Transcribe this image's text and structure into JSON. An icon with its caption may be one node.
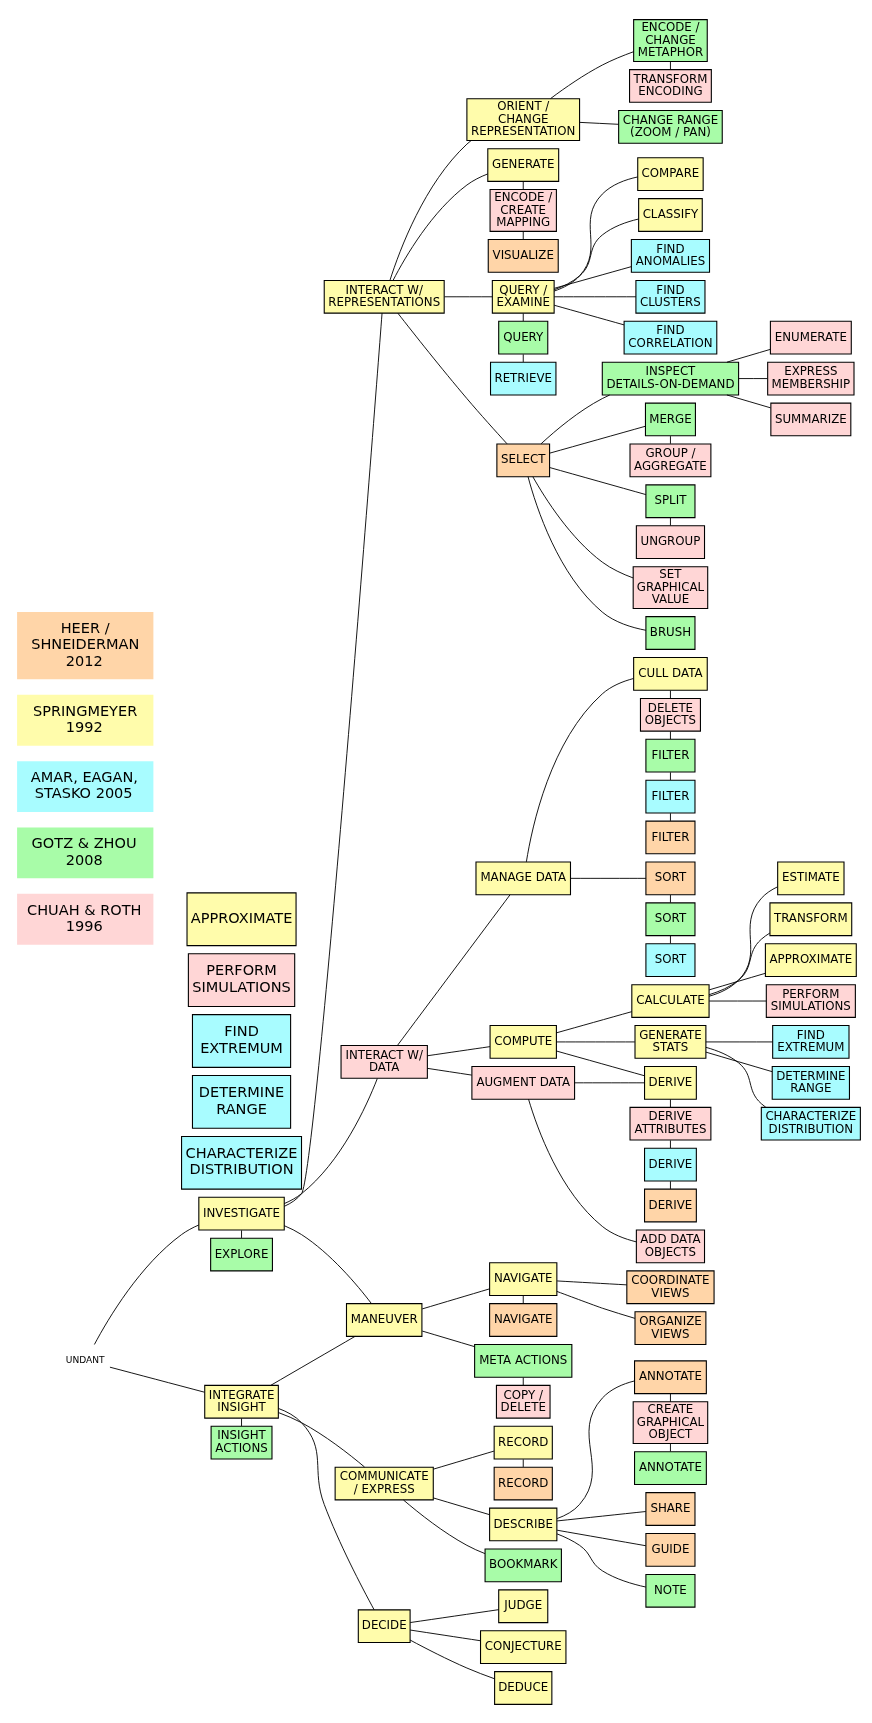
{
  "diagram": {
    "nodes": [
      {
        "text": [
          "UNDANT"
        ]
      },
      {
        "text": [
          "INVESTIGATE"
        ]
      },
      {
        "text": [
          "EXPLORE"
        ]
      },
      {
        "text": [
          "INTEGRATE INSIGHT"
        ]
      },
      {
        "text": [
          "INSIGHT ACTIONS"
        ]
      },
      {
        "text": [
          "INTERACT W/ REPRESENTATIONS"
        ]
      },
      {
        "text": [
          "INTERACT W/ DATA"
        ]
      },
      {
        "text": [
          "MANEUVER"
        ]
      },
      {
        "text": [
          "COMMUNICATE / EXPRESS"
        ]
      },
      {
        "text": [
          "DECIDE"
        ]
      },
      {
        "text": [
          "ORIENT / CHANGE REPRESENTATION"
        ]
      },
      {
        "text": [
          "GENERATE"
        ]
      },
      {
        "text": [
          "ENCODE / CREATE MAPPING"
        ]
      },
      {
        "text": [
          "VISUALIZE"
        ]
      },
      {
        "text": [
          "QUERY / EXAMINE"
        ]
      },
      {
        "text": [
          "QUERY"
        ]
      },
      {
        "text": [
          "RETRIEVE"
        ]
      },
      {
        "text": [
          "SELECT"
        ]
      },
      {
        "text": [
          "ENCODE / CHANGE METAPHOR"
        ]
      },
      {
        "text": [
          "TRANSFORM ENCODING"
        ]
      },
      {
        "text": [
          "CHANGE RANGE (ZOOM / PAN)"
        ]
      },
      {
        "text": [
          "COMPARE"
        ]
      },
      {
        "text": [
          "CLASSIFY"
        ]
      },
      {
        "text": [
          "FIND ANOMALIES"
        ]
      },
      {
        "text": [
          "FIND CLUSTERS"
        ]
      },
      {
        "text": [
          "FIND CORRELATION"
        ]
      },
      {
        "text": [
          "INSPECT DETAILS-ON-DEMAND"
        ]
      },
      {
        "text": [
          "ENUMERATE"
        ]
      },
      {
        "text": [
          "EXPRESS MEMBERSHIP"
        ]
      },
      {
        "text": [
          "SUMMARIZE"
        ]
      },
      {
        "text": [
          "MERGE"
        ]
      },
      {
        "text": [
          "GROUP / AGGREGATE"
        ]
      },
      {
        "text": [
          "SPLIT"
        ]
      },
      {
        "text": [
          "UNGROUP"
        ]
      },
      {
        "text": [
          "SET GRAPHICAL VALUE"
        ]
      },
      {
        "text": [
          "BRUSH"
        ]
      },
      {
        "text": [
          "MANAGE DATA"
        ]
      },
      {
        "text": [
          "CULL DATA"
        ]
      },
      {
        "text": [
          "DELETE OBJECTS"
        ]
      },
      {
        "text": [
          "FILTER"
        ]
      },
      {
        "text": [
          "FILTER"
        ]
      },
      {
        "text": [
          "FILTER"
        ]
      },
      {
        "text": [
          "SORT"
        ]
      },
      {
        "text": [
          "SORT"
        ]
      },
      {
        "text": [
          "SORT"
        ]
      },
      {
        "text": [
          "COMPUTE"
        ]
      },
      {
        "text": [
          "AUGMENT DATA"
        ]
      },
      {
        "text": [
          "CALCULATE"
        ]
      },
      {
        "text": [
          "GENERATE STATS"
        ]
      },
      {
        "text": [
          "DERIVE"
        ]
      },
      {
        "text": [
          "DERIVE ATTRIBUTES"
        ]
      },
      {
        "text": [
          "DERIVE"
        ]
      },
      {
        "text": [
          "DERIVE"
        ]
      },
      {
        "text": [
          "ADD DATA OBJECTS"
        ]
      },
      {
        "text": [
          "ESTIMATE"
        ]
      },
      {
        "text": [
          "TRANSFORM"
        ]
      },
      {
        "text": [
          "APPROXIMATE"
        ]
      },
      {
        "text": [
          "PERFORM SIMULATIONS"
        ]
      },
      {
        "text": [
          "FIND EXTREMUM"
        ]
      },
      {
        "text": [
          "DETERMINE RANGE"
        ]
      },
      {
        "text": [
          "CHARACTERIZE DISTRIBUTION"
        ]
      },
      {
        "text": [
          "NAVIGATE"
        ]
      },
      {
        "text": [
          "NAVIGATE"
        ]
      },
      {
        "text": [
          "META ACTIONS"
        ]
      },
      {
        "text": [
          "COPY / DELETE"
        ]
      },
      {
        "text": [
          "COORDINATE VIEWS"
        ]
      },
      {
        "text": [
          "ORGANIZE VIEWS"
        ]
      },
      {
        "text": [
          "RECORD"
        ]
      },
      {
        "text": [
          "RECORD"
        ]
      },
      {
        "text": [
          "DESCRIBE"
        ]
      },
      {
        "text": [
          "BOOKMARK"
        ]
      },
      {
        "text": [
          "ANNOTATE"
        ]
      },
      {
        "text": [
          "CREATE GRAPHICAL OBJECT"
        ]
      },
      {
        "text": [
          "ANNOTATE"
        ]
      },
      {
        "text": [
          "SHARE"
        ]
      },
      {
        "text": [
          "GUIDE"
        ]
      },
      {
        "text": [
          "NOTE"
        ]
      },
      {
        "text": [
          "JUDGE"
        ]
      },
      {
        "text": [
          "CONJECTURE"
        ]
      },
      {
        "text": [
          "DEDUCE"
        ]
      },
      {
        "text": [
          "APPROXIMATE"
        ]
      },
      {
        "text": [
          "PERFORM SIMULATIONS"
        ]
      },
      {
        "text": [
          "FIND EXTREMUM"
        ]
      },
      {
        "text": [
          "DETERMINE RANGE"
        ]
      },
      {
        "text": [
          "CHARACTERIZE DISTRIBUTION"
        ]
      }
    ],
    "edges": [
      {
        "from": 0,
        "to": 1,
        "arrow": "none"
      },
      {
        "from": 0,
        "to": 3,
        "arrow": "none"
      },
      {
        "from": 1,
        "to": 5,
        "arrow": "none"
      },
      {
        "from": 1,
        "to": 6,
        "arrow": "none"
      },
      {
        "from": 1,
        "to": 2,
        "arrow": "none"
      },
      {
        "from": 1,
        "to": 7,
        "arrow": "none"
      },
      {
        "from": 3,
        "to": 7,
        "arrow": "none"
      },
      {
        "from": 3,
        "to": 4,
        "arrow": "none"
      },
      {
        "from": 3,
        "to": 8,
        "arrow": "none"
      },
      {
        "from": 3,
        "to": 9,
        "arrow": "none"
      },
      {
        "from": 5,
        "to": 10,
        "arrow": "none"
      },
      {
        "from": 5,
        "to": 11,
        "arrow": "none"
      },
      {
        "from": 5,
        "to": 14,
        "arrow": "none"
      },
      {
        "from": 5,
        "to": 17,
        "arrow": "none"
      },
      {
        "from": 10,
        "to": 18,
        "arrow": "none"
      },
      {
        "from": 10,
        "to": 20,
        "arrow": "none"
      },
      {
        "from": 18,
        "to": 19,
        "arrow": "none"
      },
      {
        "from": 11,
        "to": 12,
        "arrow": "none"
      },
      {
        "from": 12,
        "to": 13,
        "arrow": "none"
      },
      {
        "from": 14,
        "to": 21,
        "arrow": "none"
      },
      {
        "from": 14,
        "to": 22,
        "arrow": "none"
      },
      {
        "from": 14,
        "to": 23,
        "arrow": "none"
      },
      {
        "from": 14,
        "to": 24,
        "arrow": "none"
      },
      {
        "from": 14,
        "to": 25,
        "arrow": "none"
      },
      {
        "from": 14,
        "to": 15,
        "arrow": "none"
      },
      {
        "from": 15,
        "to": 16,
        "arrow": "none"
      },
      {
        "from": 17,
        "to": 26,
        "arrow": "none"
      },
      {
        "from": 17,
        "to": 30,
        "arrow": "none"
      },
      {
        "from": 17,
        "to": 32,
        "arrow": "none"
      },
      {
        "from": 17,
        "to": 34,
        "arrow": "none"
      },
      {
        "from": 17,
        "to": 35,
        "arrow": "none"
      },
      {
        "from": 26,
        "to": 27,
        "arrow": "none"
      },
      {
        "from": 26,
        "to": 28,
        "arrow": "none"
      },
      {
        "from": 26,
        "to": 29,
        "arrow": "none"
      },
      {
        "from": 30,
        "to": 31,
        "arrow": "none"
      },
      {
        "from": 32,
        "to": 33,
        "arrow": "none"
      },
      {
        "from": 6,
        "to": 36,
        "arrow": "none"
      },
      {
        "from": 6,
        "to": 45,
        "arrow": "none"
      },
      {
        "from": 6,
        "to": 46,
        "arrow": "none"
      },
      {
        "from": 36,
        "to": 42,
        "arrow": "none"
      },
      {
        "from": 36,
        "to": 37,
        "arrow": "none"
      },
      {
        "from": 37,
        "to": 38,
        "arrow": "none"
      },
      {
        "from": 38,
        "to": 39,
        "arrow": "none"
      },
      {
        "from": 39,
        "to": 40,
        "arrow": "none"
      },
      {
        "from": 40,
        "to": 41,
        "arrow": "none"
      },
      {
        "from": 42,
        "to": 43,
        "arrow": "none"
      },
      {
        "from": 43,
        "to": 44,
        "arrow": "none"
      },
      {
        "from": 45,
        "to": 47,
        "arrow": "none"
      },
      {
        "from": 45,
        "to": 48,
        "arrow": "none"
      },
      {
        "from": 45,
        "to": 49,
        "arrow": "none"
      },
      {
        "from": 46,
        "to": 49,
        "arrow": "none"
      },
      {
        "from": 46,
        "to": 53,
        "arrow": "none"
      },
      {
        "from": 47,
        "to": 54,
        "arrow": "none"
      },
      {
        "from": 47,
        "to": 55,
        "arrow": "none"
      },
      {
        "from": 47,
        "to": 56,
        "arrow": "none"
      },
      {
        "from": 47,
        "to": 57,
        "arrow": "none"
      },
      {
        "from": 48,
        "to": 58,
        "arrow": "none"
      },
      {
        "from": 48,
        "to": 59,
        "arrow": "none"
      },
      {
        "from": 48,
        "to": 60,
        "arrow": "none"
      },
      {
        "from": 49,
        "to": 50,
        "arrow": "none"
      },
      {
        "from": 50,
        "to": 51,
        "arrow": "none"
      },
      {
        "from": 51,
        "to": 52,
        "arrow": "none"
      },
      {
        "from": 7,
        "to": 61,
        "arrow": "none"
      },
      {
        "from": 7,
        "to": 63,
        "arrow": "none"
      },
      {
        "from": 61,
        "to": 62,
        "arrow": "none"
      },
      {
        "from": 61,
        "to": 65,
        "arrow": "none"
      },
      {
        "from": 61,
        "to": 66,
        "arrow": "none"
      },
      {
        "from": 63,
        "to": 64,
        "arrow": "none"
      },
      {
        "from": 8,
        "to": 67,
        "arrow": "none"
      },
      {
        "from": 8,
        "to": 69,
        "arrow": "none"
      },
      {
        "from": 8,
        "to": 70,
        "arrow": "none"
      },
      {
        "from": 67,
        "to": 68,
        "arrow": "none"
      },
      {
        "from": 69,
        "to": 71,
        "arrow": "none"
      },
      {
        "from": 71,
        "to": 72,
        "arrow": "none"
      },
      {
        "from": 72,
        "to": 73,
        "arrow": "none"
      },
      {
        "from": 69,
        "to": 74,
        "arrow": "none"
      },
      {
        "from": 69,
        "to": 75,
        "arrow": "none"
      },
      {
        "from": 69,
        "to": 76,
        "arrow": "none"
      },
      {
        "from": 9,
        "to": 77,
        "arrow": "none"
      },
      {
        "from": 9,
        "to": 78,
        "arrow": "none"
      },
      {
        "from": 9,
        "to": 79,
        "arrow": "none"
      }
    ],
    "legend": [
      {
        "text": "HEER / SHNEIDERMAN 2012",
        "color": "#ffd5a8"
      },
      {
        "text": "SPRINGMEYER 1992",
        "color": "#fffcab"
      },
      {
        "text": "AMAR, EAGAN, STASKO 2005",
        "color": "#a8fcff"
      },
      {
        "text": "GOTZ & ZHOU 2008",
        "color": "#a8fca8"
      },
      {
        "text": "CHUAH & ROTH 1996",
        "color": "#ffd6d6"
      }
    ]
  }
}
